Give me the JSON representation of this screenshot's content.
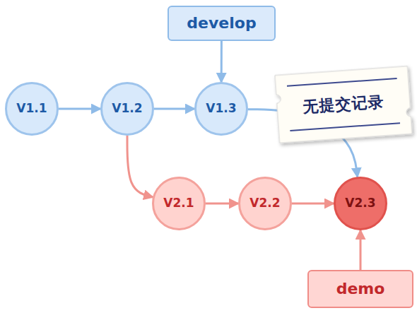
{
  "diagram": {
    "nodes": [
      {
        "text": [
          "develop"
        ]
      },
      {
        "text": [
          "V1.1"
        ]
      },
      {
        "text": [
          "V1.2"
        ]
      },
      {
        "text": [
          "V1.3"
        ]
      },
      {
        "text": [
          "无提交记录"
        ]
      },
      {
        "text": [
          "V2.1"
        ]
      },
      {
        "text": [
          "V2.2"
        ]
      },
      {
        "text": [
          "V2.3"
        ]
      },
      {
        "text": [
          "demo"
        ]
      }
    ],
    "edges": [
      {
        "from": 1,
        "to": 2,
        "arrow": "to"
      },
      {
        "from": 2,
        "to": 3,
        "arrow": "to"
      },
      {
        "from": 0,
        "to": 3,
        "arrow": "to"
      },
      {
        "from": 2,
        "to": 5,
        "arrow": "to"
      },
      {
        "from": 5,
        "to": 6,
        "arrow": "to"
      },
      {
        "from": 6,
        "to": 7,
        "arrow": "to"
      },
      {
        "from": 3,
        "to": 7,
        "arrow": "to"
      },
      {
        "from": 8,
        "to": 7,
        "arrow": "to"
      }
    ]
  }
}
